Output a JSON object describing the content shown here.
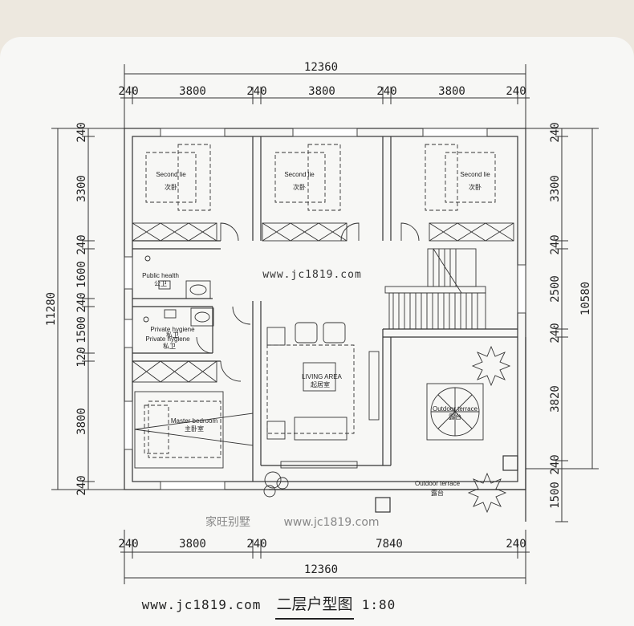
{
  "dimensions": {
    "top_total": "12360",
    "top_segments": [
      "240",
      "3800",
      "240",
      "3800",
      "240",
      "3800",
      "240"
    ],
    "bottom_segments": [
      "240",
      "3800",
      "240",
      "7840",
      "240"
    ],
    "bottom_total": "12360",
    "left_segments": [
      "240",
      "3300",
      "240",
      "1600",
      "240",
      "1500",
      "120",
      "3800",
      "240"
    ],
    "left_total": "11280",
    "right_segments": [
      "240",
      "3300",
      "240",
      "2500",
      "240",
      "3820",
      "240",
      "1500"
    ],
    "right_total": "10580"
  },
  "rooms": {
    "bedroom1": {
      "en": "Second lie",
      "cn": "次卧"
    },
    "bedroom2": {
      "en": "Second lie",
      "cn": "次卧"
    },
    "bedroom3": {
      "en": "Second lie",
      "cn": "次卧"
    },
    "public_bath": {
      "en": "Public health",
      "cn": "公卫"
    },
    "private_bath": {
      "en": "Private hygiene",
      "en2": "Private hygiene",
      "cn": "私卫",
      "cn2": "私卫"
    },
    "master": {
      "en": "Master bedroom",
      "cn": "主卧室"
    },
    "living": {
      "en": "LIVING AREA",
      "cn": "起居室"
    },
    "terrace1": {
      "en": "Outdoor terrace",
      "cn": "露台"
    },
    "terrace2": {
      "en": "Outdoor terrace",
      "cn": "露台"
    }
  },
  "watermarks": {
    "center_url": "www.jc1819.com",
    "brand": "家旺别墅",
    "brand_url": "www.jc1819.com"
  },
  "footer": {
    "url": "www.jc1819.com",
    "title": "二层户型图",
    "scale": "1:80"
  }
}
